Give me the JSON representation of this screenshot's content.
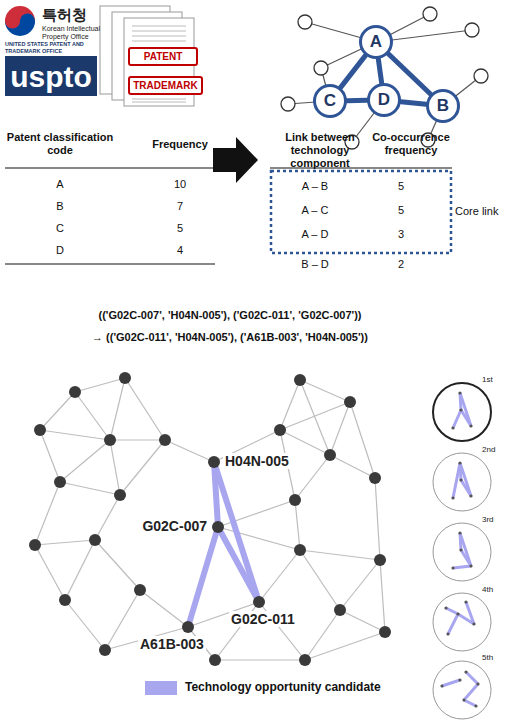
{
  "diagram": {
    "nodes": [
      {
        "text": [
          "uspto"
        ]
      },
      {
        "text": [
          "PATENT"
        ]
      },
      {
        "text": [
          "TRADEMARK"
        ]
      },
      {
        "text": [
          "A"
        ]
      },
      {
        "text": [
          "B"
        ]
      },
      {
        "text": [
          "C"
        ]
      },
      {
        "text": [
          "D"
        ]
      },
      {
        "text": [
          "H04N-005"
        ]
      },
      {
        "text": [
          "G02C-007"
        ]
      },
      {
        "text": [
          "G02C-011"
        ]
      },
      {
        "text": [
          "A61B-003"
        ]
      }
    ],
    "edges": [
      {
        "from": 3,
        "to": 4,
        "arrow": "none"
      },
      {
        "from": 3,
        "to": 5,
        "arrow": "none"
      },
      {
        "from": 3,
        "to": 6,
        "arrow": "none"
      },
      {
        "from": 5,
        "to": 6,
        "arrow": "none"
      },
      {
        "from": 6,
        "to": 4,
        "arrow": "none"
      },
      {
        "from": 7,
        "to": 8,
        "arrow": "none"
      },
      {
        "from": 7,
        "to": 9,
        "arrow": "none"
      },
      {
        "from": 8,
        "to": 9,
        "arrow": "none"
      },
      {
        "from": 8,
        "to": 10,
        "arrow": "none"
      }
    ],
    "labels": [
      "특허청",
      "Korean Intellectual Property Office",
      "UNITED STATES PATENT AND TRADEMARK OFFICE",
      "Patent classification code",
      "Frequency",
      "A",
      "10",
      "B",
      "7",
      "C",
      "5",
      "D",
      "4",
      "Link between technology component",
      "Co-occurrence frequency",
      "A – B",
      "5",
      "A – C",
      "5",
      "A – D",
      "3",
      "B – D",
      "2",
      "Core link",
      "(('G02C-007', 'H04N-005'), ('G02C-011', 'G02C-007'))",
      "→ (('G02C-011', 'H04N-005'), ('A61B-003', 'H04N-005'))",
      "1st",
      "2nd",
      "3rd",
      "4th",
      "5th"
    ],
    "legend": [
      {
        "text": "Technology opportunity candidate",
        "color": "#a9a6f0"
      }
    ]
  }
}
